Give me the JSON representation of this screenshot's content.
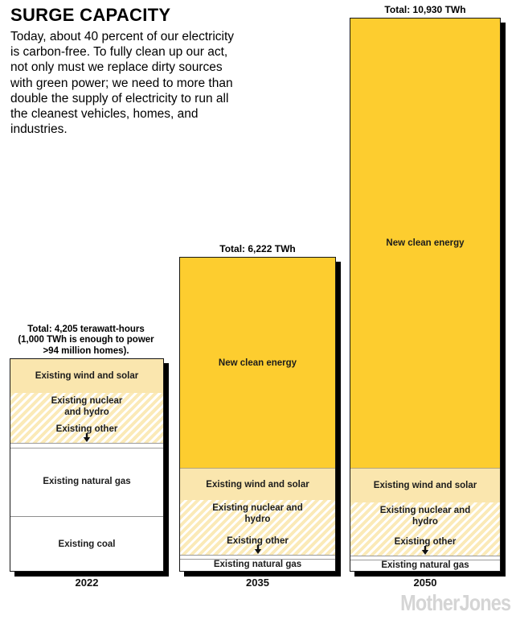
{
  "header": {
    "title": "SURGE CAPACITY",
    "intro": "Today, about 40 percent of our electricity is carbon-free. To fully clean up our act, not only must we replace dirty sources with green power; we need to more than double the supply of electricity to run all the cleanest vehicles, homes, and industries."
  },
  "bars": [
    {
      "year": "2022",
      "annotation_line1": "Total: 4,205 terawatt-hours",
      "annotation_line2": "(1,000 TWh is enough to power",
      "annotation_line3": ">94 million homes).",
      "labels": {
        "wind_solar": "Existing wind and solar",
        "nuclear_hydro_l1": "Existing nuclear",
        "nuclear_hydro_l2": "and hydro",
        "other": "Existing other",
        "natural_gas": "Existing natural gas",
        "coal": "Existing coal"
      }
    },
    {
      "year": "2035",
      "total": "Total: 6,222 TWh",
      "labels": {
        "new_clean": "New clean energy",
        "wind_solar": "Existing wind and solar",
        "nuclear_hydro_l1": "Existing nuclear and",
        "nuclear_hydro_l2": "hydro",
        "other": "Existing other",
        "natural_gas": "Existing natural gas"
      }
    },
    {
      "year": "2050",
      "total": "Total: 10,930 TWh",
      "labels": {
        "new_clean": "New clean energy",
        "wind_solar": "Existing wind and solar",
        "nuclear_hydro_l1": "Existing nuclear and",
        "nuclear_hydro_l2": "hydro",
        "other": "Existing other",
        "natural_gas": "Existing natural gas"
      }
    }
  ],
  "footer": {
    "logo": "MotherJones"
  },
  "colors": {
    "new_clean_yellow": "#FDCD2F",
    "existing_wind_solar_cream": "#FAE6AE",
    "hatch_stripe_yellow": "#FBEAB8",
    "bar_shadow": "#000000",
    "logo_gray": "#D5D5D5"
  },
  "chart_data": {
    "type": "bar",
    "stacked": true,
    "categories": [
      "2022",
      "2035",
      "2050"
    ],
    "unit": "TWh",
    "totals": [
      4205,
      6222,
      10930
    ],
    "series": [
      {
        "name": "New clean energy",
        "values": [
          0,
          4162,
          8880
        ]
      },
      {
        "name": "Existing wind and solar",
        "values": [
          670,
          640,
          685
        ]
      },
      {
        "name": "Existing nuclear and hydro",
        "values": [
          985,
          1085,
          1050
        ]
      },
      {
        "name": "Existing other",
        "values": [
          110,
          95,
          95
        ]
      },
      {
        "name": "Existing natural gas",
        "values": [
          1340,
          240,
          220
        ]
      },
      {
        "name": "Existing coal",
        "values": [
          1100,
          0,
          0
        ]
      }
    ],
    "title": "SURGE CAPACITY",
    "xlabel": "",
    "ylabel": "",
    "grid": false,
    "legend_position": "labels inside bar segments",
    "annotations": [
      "Total: 4,205 terawatt-hours (1,000 TWh is enough to power >94 million homes).",
      "Total: 6,222 TWh",
      "Total: 10,930 TWh"
    ]
  }
}
